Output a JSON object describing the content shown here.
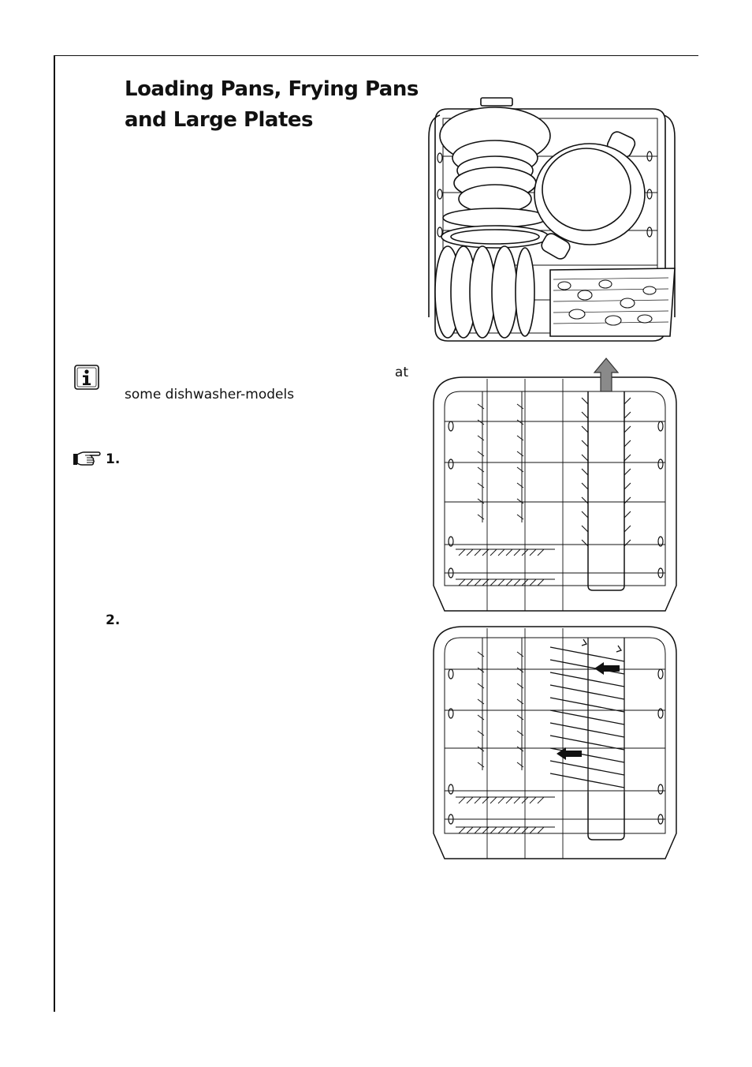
{
  "heading": {
    "line1": "Loading Pans, Frying Pans",
    "line2": "and Large Plates"
  },
  "info_note": {
    "icon": "info-icon",
    "line1": "at",
    "line2": "some dishwasher-models"
  },
  "steps": [
    {
      "marker_icon": "pointing-hand-icon",
      "number": "1."
    },
    {
      "number": "2."
    }
  ],
  "figures": [
    {
      "name": "lower-basket-loaded-illustration"
    },
    {
      "name": "basket-plate-rack-raised-illustration",
      "icon": "up-arrow-icon"
    },
    {
      "name": "basket-plate-rack-folded-illustration",
      "icon": "left-arrow-icon"
    }
  ]
}
